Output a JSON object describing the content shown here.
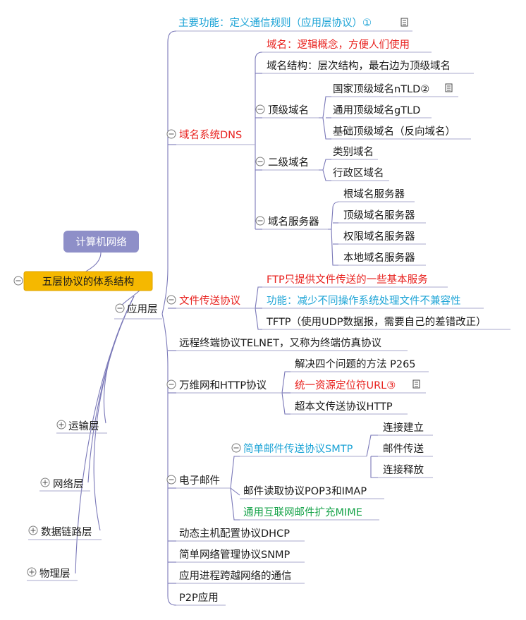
{
  "root": {
    "label": "计算机网络"
  },
  "branch": {
    "label": "五层协议的体系结构"
  },
  "layers": {
    "application": "应用层",
    "transport": "运输层",
    "network": "网络层",
    "datalink": "数据链路层",
    "physical": "物理层"
  },
  "app": {
    "main_function": "主要功能：定义通信规则（应用层协议）①",
    "dns": {
      "label": "域名系统DNS",
      "domain_name": "域名：逻辑概念，方便人们使用",
      "structure": "域名结构：层次结构，最右边为顶级域名",
      "tld": {
        "label": "顶级域名",
        "items": [
          "国家顶级域名nTLD②",
          "通用顶级域名gTLD",
          "基础顶级域名（反向域名）"
        ]
      },
      "sld": {
        "label": "二级域名",
        "items": [
          "类别域名",
          "行政区域名"
        ]
      },
      "servers": {
        "label": "域名服务器",
        "items": [
          "根域名服务器",
          "顶级域名服务器",
          "权限域名服务器",
          "本地域名服务器"
        ]
      }
    },
    "ftp": {
      "label": "文件传送协议",
      "items": [
        "FTP只提供文件传送的一些基本服务",
        "功能：减少不同操作系统处理文件不兼容性",
        "TFTP（使用UDP数据报，需要自己的差错改正）"
      ]
    },
    "telnet": "远程终端协议TELNET，又称为终端仿真协议",
    "www": {
      "label": "万维网和HTTP协议",
      "items": [
        "解决四个问题的方法 P265",
        "统一资源定位符URL③",
        "超本文传送协议HTTP"
      ]
    },
    "email": {
      "label": "电子邮件",
      "smtp": {
        "label": "简单邮件传送协议SMTP",
        "items": [
          "连接建立",
          "邮件传送",
          "连接释放"
        ]
      },
      "pop3": "邮件读取协议POP3和IMAP",
      "mime": "通用互联网邮件扩充MIME"
    },
    "dhcp": "动态主机配置协议DHCP",
    "snmp": "简单网络管理协议SNMP",
    "ipc": "应用进程跨越网络的通信",
    "p2p": "P2P应用"
  },
  "colors": {
    "root_bg": "#8e8fc8",
    "branch_bg": "#f5b800",
    "line": "#7a78b8",
    "red": "#e8211e",
    "blue": "#1ba3d6",
    "green": "#17a34a",
    "text": "#1a1a1a"
  },
  "icons": {
    "note": "note-icon",
    "collapse": "collapse-toggle-icon",
    "expand": "expand-toggle-icon"
  }
}
